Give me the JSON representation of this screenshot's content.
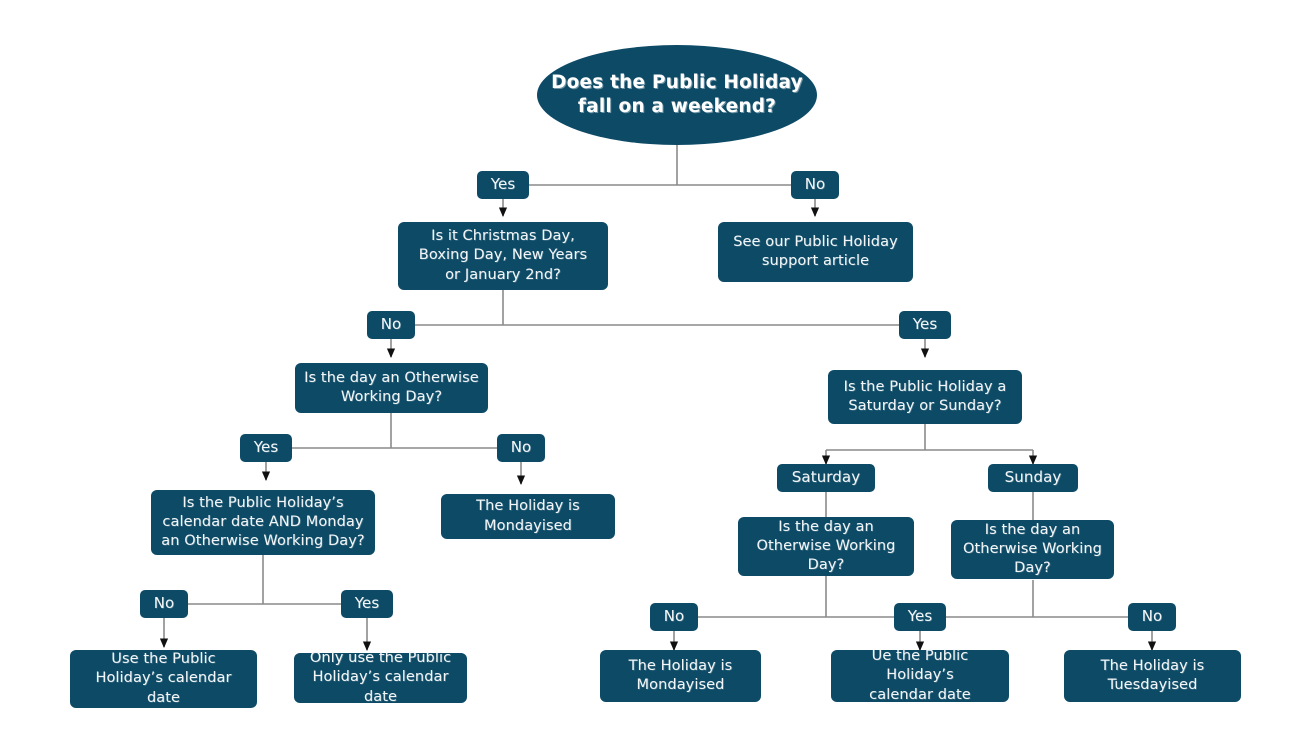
{
  "meta": {
    "title": "Public Holiday Mondayisation Decision Flowchart",
    "background_color": "#ffffff",
    "node_color": "#0d4a66",
    "node_text_color": "#f2f6f8",
    "connector_color": "#8a8a8a",
    "arrow_color": "#111111"
  },
  "chart_data": {
    "type": "diagram",
    "diagram_type": "flowchart",
    "title": "Public Holiday Mondayisation Decision Flowchart",
    "orientation": "top-down",
    "nodes": [
      {
        "id": "n1",
        "shape": "ellipse",
        "text": "Does the Public Holiday\nfall on a weekend?"
      },
      {
        "id": "l1a",
        "shape": "label",
        "text": "Yes"
      },
      {
        "id": "l1b",
        "shape": "label",
        "text": "No"
      },
      {
        "id": "n2",
        "shape": "rect",
        "text": "Is it Christmas Day,\nBoxing Day, New Years\nor January 2nd?"
      },
      {
        "id": "n3",
        "shape": "rect",
        "text": "See our Public Holiday\nsupport article"
      },
      {
        "id": "l2a",
        "shape": "label",
        "text": "No"
      },
      {
        "id": "l2b",
        "shape": "label",
        "text": "Yes"
      },
      {
        "id": "n4",
        "shape": "rect",
        "text": "Is the day an Otherwise\nWorking Day?"
      },
      {
        "id": "n5",
        "shape": "rect",
        "text": "Is the Public Holiday a\nSaturday or Sunday?"
      },
      {
        "id": "l3a",
        "shape": "label",
        "text": "Yes"
      },
      {
        "id": "l3b",
        "shape": "label",
        "text": "No"
      },
      {
        "id": "l3c",
        "shape": "label",
        "text": "Saturday"
      },
      {
        "id": "l3d",
        "shape": "label",
        "text": "Sunday"
      },
      {
        "id": "n6",
        "shape": "rect",
        "text": "Is the Public Holiday’s\ncalendar date AND Monday\nan Otherwise Working Day?"
      },
      {
        "id": "n7",
        "shape": "rect",
        "text": "The Holiday is\nMondayised"
      },
      {
        "id": "n8",
        "shape": "rect",
        "text": "Is the day an\nOtherwise Working\nDay?"
      },
      {
        "id": "n9",
        "shape": "rect",
        "text": "Is the day an\nOtherwise Working\nDay?"
      },
      {
        "id": "l4a",
        "shape": "label",
        "text": "No"
      },
      {
        "id": "l4b",
        "shape": "label",
        "text": "Yes"
      },
      {
        "id": "l4c",
        "shape": "label",
        "text": "No"
      },
      {
        "id": "l4d",
        "shape": "label",
        "text": "Yes"
      },
      {
        "id": "l4e",
        "shape": "label",
        "text": "No"
      },
      {
        "id": "n10",
        "shape": "rect",
        "text": "Use the Public\nHoliday’s calendar\ndate"
      },
      {
        "id": "n11",
        "shape": "rect",
        "text": "Only use the Public\nHoliday’s calendar date"
      },
      {
        "id": "n12",
        "shape": "rect",
        "text": "The Holiday is\nMondayised"
      },
      {
        "id": "n13",
        "shape": "rect",
        "text": "Ue the Public Holiday’s\ncalendar date"
      },
      {
        "id": "n14",
        "shape": "rect",
        "text": "The Holiday is\nTuesdayised"
      }
    ],
    "edges": [
      {
        "from": "n1",
        "to": "n2",
        "label": "Yes"
      },
      {
        "from": "n1",
        "to": "n3",
        "label": "No"
      },
      {
        "from": "n2",
        "to": "n4",
        "label": "No"
      },
      {
        "from": "n2",
        "to": "n5",
        "label": "Yes"
      },
      {
        "from": "n4",
        "to": "n6",
        "label": "Yes"
      },
      {
        "from": "n4",
        "to": "n7",
        "label": "No"
      },
      {
        "from": "n5",
        "to": "n8",
        "label": "Saturday"
      },
      {
        "from": "n5",
        "to": "n9",
        "label": "Sunday"
      },
      {
        "from": "n6",
        "to": "n10",
        "label": "No"
      },
      {
        "from": "n6",
        "to": "n11",
        "label": "Yes"
      },
      {
        "from": "n8",
        "to": "n12",
        "label": "No"
      },
      {
        "from": "n8",
        "to": "n13",
        "label": "Yes"
      },
      {
        "from": "n9",
        "to": "n13",
        "label": "Yes"
      },
      {
        "from": "n9",
        "to": "n14",
        "label": "No"
      }
    ]
  },
  "nodes": {
    "root_question": "Does the Public Holiday\nfall on a weekend?",
    "christmas_question": "Is it Christmas Day,\nBoxing Day, New Years\nor January 2nd?",
    "support_article": "See our Public Holiday\nsupport article",
    "owd_question": "Is the day an Otherwise\nWorking Day?",
    "sat_sun_question": "Is the Public Holiday a\nSaturday or Sunday?",
    "monday_owd_question": "Is the Public Holiday’s\ncalendar date AND Monday\nan Otherwise Working Day?",
    "mondayised_left": "The Holiday is\nMondayised",
    "owd_saturday_question": "Is the day an\nOtherwise Working\nDay?",
    "owd_sunday_question": "Is the day an\nOtherwise Working\nDay?",
    "use_calendar_date": "Use the Public\nHoliday’s calendar\ndate",
    "only_use_calendar_date": "Only use the Public\nHoliday’s calendar date",
    "mondayised_right": "The Holiday is\nMondayised",
    "ue_calendar_date": "Ue the Public Holiday’s\ncalendar date",
    "tuesdayised": "The Holiday is\nTuesdayised"
  },
  "labels": {
    "root_yes": "Yes",
    "root_no": "No",
    "christmas_no": "No",
    "christmas_yes": "Yes",
    "owd_yes": "Yes",
    "owd_no": "No",
    "saturday": "Saturday",
    "sunday": "Sunday",
    "monday_no": "No",
    "monday_yes": "Yes",
    "sat_no": "No",
    "shared_yes": "Yes",
    "sun_no": "No"
  }
}
